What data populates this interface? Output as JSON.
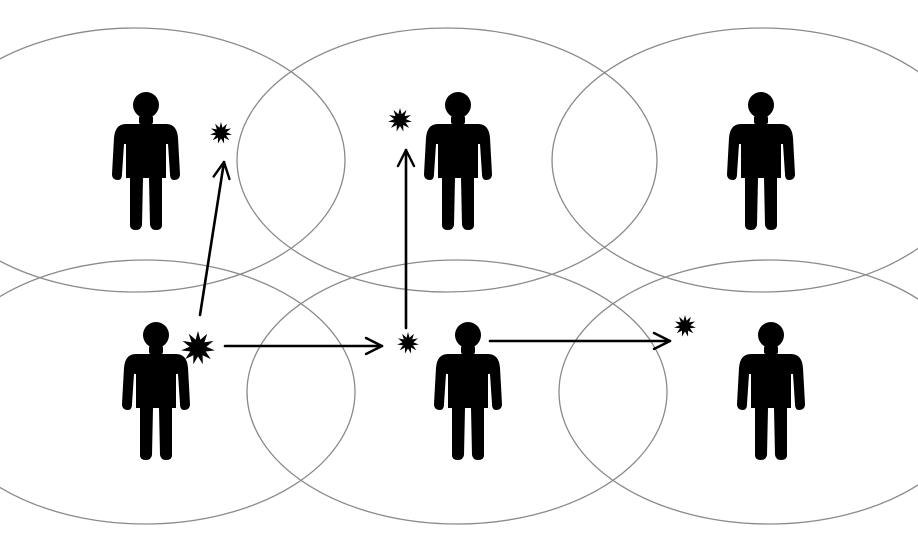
{
  "diagram": {
    "background": "#ffffff",
    "ellipse_stroke": "#8a8a8a",
    "figure_fill": "#000000",
    "arrow_stroke": "#000000",
    "people": [
      {
        "id": "p1"
      },
      {
        "id": "p2"
      },
      {
        "id": "p3"
      },
      {
        "id": "p4"
      },
      {
        "id": "p5"
      },
      {
        "id": "p6"
      }
    ],
    "zones": [
      {
        "id": "z1"
      },
      {
        "id": "z2"
      },
      {
        "id": "z3"
      },
      {
        "id": "z4"
      },
      {
        "id": "z5"
      },
      {
        "id": "z6"
      }
    ],
    "sparks": [
      {
        "id": "s1",
        "size": "large"
      },
      {
        "id": "s2",
        "size": "small"
      },
      {
        "id": "s3",
        "size": "small"
      },
      {
        "id": "s4",
        "size": "small"
      },
      {
        "id": "s5",
        "size": "small"
      }
    ],
    "arrows": [
      {
        "from": "s1",
        "to": "s2"
      },
      {
        "from": "s1",
        "to": "s3"
      },
      {
        "from": "s3",
        "to": "s4"
      },
      {
        "from": "s3",
        "to": "s5"
      }
    ]
  }
}
